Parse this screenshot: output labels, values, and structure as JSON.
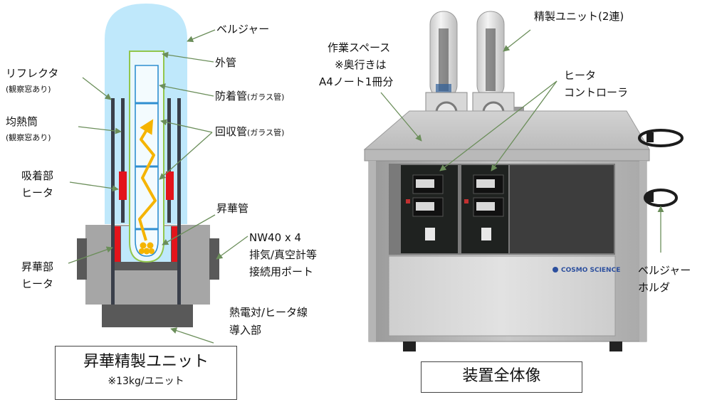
{
  "labels": {
    "bell_jar": "ベルジャー",
    "outer_tube": "外管",
    "reflector": "リフレクタ",
    "reflector_note": "(観察窓あり)",
    "soaking_cylinder": "均熱筒",
    "soaking_cylinder_note": "(観察窓あり)",
    "protection_tube": "防着管",
    "protection_tube_note": "(ガラス管)",
    "collection_tube": "回収管",
    "collection_tube_note": "(ガラス管)",
    "adsorption_heater_1": "吸着部",
    "adsorption_heater_2": "ヒータ",
    "sublimation_tube": "昇華管",
    "port_1": "NW40 x 4",
    "port_2": "排気/真空計等",
    "port_3": "接続用ポート",
    "sublimation_heater_1": "昇華部",
    "sublimation_heater_2": "ヒータ",
    "thermocouple_1": "熱電対/ヒータ線",
    "thermocouple_2": "導入部",
    "purification_unit": "精製ユニット(2連)",
    "workspace_1": "作業スペース",
    "workspace_2": "※奥行きは",
    "workspace_3": "A4ノート1冊分",
    "heater_controller_1": "ヒータ",
    "heater_controller_2": "コントローラ",
    "belljar_holder_1": "ベルジャー",
    "belljar_holder_2": "ホルダ",
    "brand": "COSMO SCIENCE"
  },
  "captions": {
    "unit_title": "昇華精製ユニット",
    "unit_weight": "※13kg/ユニット",
    "device_title": "装置全体像"
  },
  "colors": {
    "bell_jar": "#bfe8fb",
    "heater_red": "#e3141b",
    "arrow_orange": "#f5b400",
    "base_gray": "#a6a6a6",
    "dark_gray": "#595959",
    "tube_green": "#92c64c",
    "tube_blue": "#2f8fd0",
    "leader_green": "#6b8e5a"
  }
}
